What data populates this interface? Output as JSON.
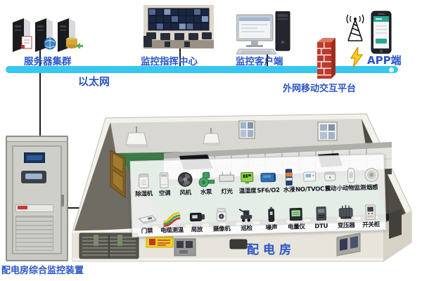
{
  "header": {
    "nodes": [
      {
        "label": "服务器集群",
        "icon": "server-cluster-icon"
      },
      {
        "label": "监控指挥中心",
        "icon": "video-wall-icon"
      },
      {
        "label": "监控客户端",
        "icon": "desktop-pc-icon"
      },
      {
        "label": "APP端",
        "icon": "smartphone-icon"
      }
    ],
    "ethernet_label": "以太网",
    "platform_label": "外网移动交互平台",
    "platform_icons": [
      "firewall-icon",
      "antenna-icon",
      "lightning-icon"
    ]
  },
  "cabinet": {
    "label": "配电房综合监控装置"
  },
  "room": {
    "label": "配电房"
  },
  "device_panel": {
    "rows": [
      {
        "devices": [
          {
            "label": "除湿机",
            "icon": "dehumidifier-icon"
          },
          {
            "label": "空调",
            "icon": "air-conditioner-icon"
          },
          {
            "label": "风机",
            "icon": "fan-icon"
          },
          {
            "label": "水泵",
            "icon": "water-pump-icon"
          },
          {
            "label": "灯光",
            "icon": "light-icon"
          },
          {
            "label": "温湿度",
            "icon": "temp-humidity-icon"
          },
          {
            "label": "SF6/O2",
            "icon": "gas-sensor-icon"
          },
          {
            "label": "水浸",
            "icon": "water-leak-icon"
          },
          {
            "label": "NO/TVOC",
            "icon": "air-quality-icon"
          },
          {
            "label": "震动",
            "icon": "vibration-icon"
          },
          {
            "label": "小动物监测",
            "icon": "animal-detector-icon"
          },
          {
            "label": "烟感",
            "icon": "smoke-detector-icon"
          }
        ]
      },
      {
        "devices": [
          {
            "label": "门禁",
            "icon": "access-control-icon"
          },
          {
            "label": "电缆测温",
            "icon": "cable-temp-icon"
          },
          {
            "label": "局放",
            "icon": "partial-discharge-icon"
          },
          {
            "label": "摄像机",
            "icon": "camera-icon"
          },
          {
            "label": "巡检",
            "icon": "robot-icon"
          },
          {
            "label": "噪声",
            "icon": "noise-meter-icon"
          },
          {
            "label": "电量仪",
            "icon": "power-meter-icon"
          },
          {
            "label": "DTU",
            "icon": "dtu-icon"
          },
          {
            "label": "变压器",
            "icon": "transformer-icon"
          },
          {
            "label": "开关柜",
            "icon": "switchgear-icon"
          }
        ]
      }
    ]
  },
  "colors": {
    "ethernet_cyan": "#35c8f0",
    "label_blue": "#2b55c8",
    "floor_green": "#3e7a4a",
    "firewall_red": "#c0392b",
    "warning_yellow": "#f2d21f"
  }
}
